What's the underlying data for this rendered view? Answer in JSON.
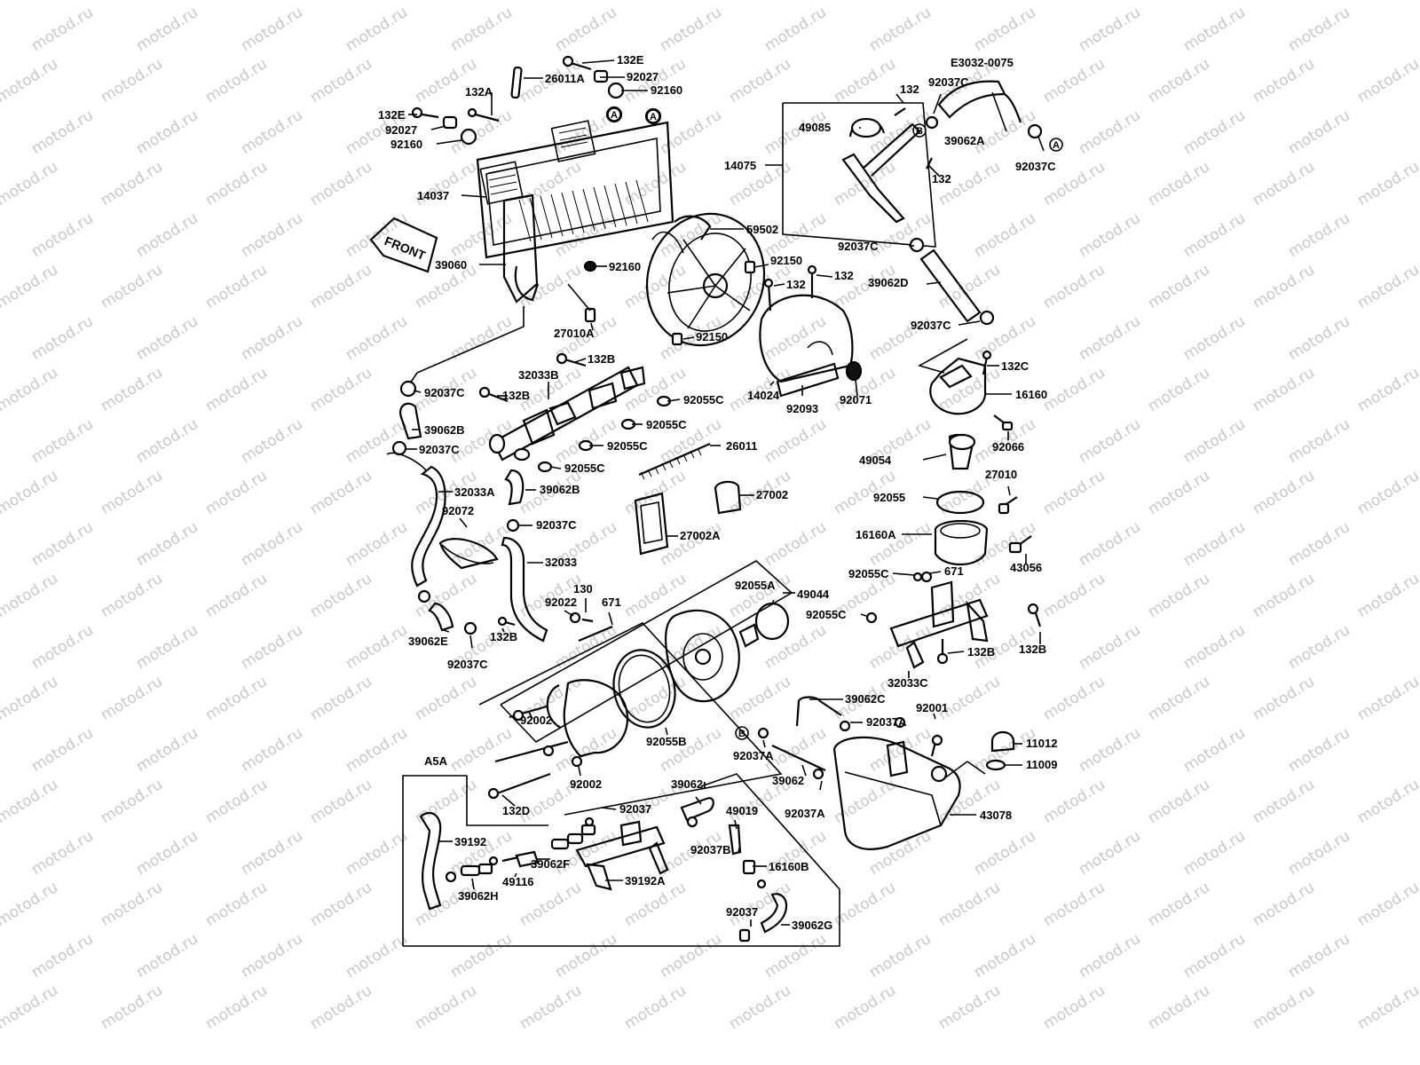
{
  "diagram": {
    "code": "E3032-0075",
    "front_label": "FRONT",
    "watermark": "motod.ru",
    "callouts": {
      "a": "A",
      "b": "B"
    },
    "labels": {
      "l_132E_top": "132E",
      "l_26011A": "26011A",
      "l_92027_top": "92027",
      "l_92160_top": "92160",
      "l_132A": "132A",
      "l_132E_left": "132E",
      "l_92027_left": "92027",
      "l_92160_left": "92160",
      "l_14037": "14037",
      "l_39060": "39060",
      "l_92160_mid": "92160",
      "l_59502": "59502",
      "l_92150_a": "92150",
      "l_92150_b": "92150",
      "l_27010A": "27010A",
      "l_132_a": "132",
      "l_132_b": "132",
      "l_14024": "14024",
      "l_92093": "92093",
      "l_92071": "92071",
      "l_132_r1": "132",
      "l_92037C_r1": "92037C",
      "l_49085": "49085",
      "l_14075": "14075",
      "l_39062A": "39062A",
      "l_92037C_r2": "92037C",
      "l_132_r2": "132",
      "l_92037C_r3": "92037C",
      "l_39062D": "39062D",
      "l_92037C_r4": "92037C",
      "l_132C": "132C",
      "l_16160": "16160",
      "l_92066": "92066",
      "l_49054": "49054",
      "l_27010": "27010",
      "l_92055": "92055",
      "l_16160A": "16160A",
      "l_43056": "43056",
      "l_92055C_r": "92055C",
      "l_671_r": "671",
      "l_92055C_r2": "92055C",
      "l_132B_r1": "132B",
      "l_132B_r2": "132B",
      "l_32033C": "32033C",
      "l_132B_top": "132B",
      "l_32033B": "32033B",
      "l_132B_l": "132B",
      "l_92037C_l1": "92037C",
      "l_92055C_1": "92055C",
      "l_92055C_2": "92055C",
      "l_39062B_a": "39062B",
      "l_92055C_3": "92055C",
      "l_92037C_l2": "92037C",
      "l_26011": "26011",
      "l_92055C_4": "92055C",
      "l_32033A": "32033A",
      "l_39062B_b": "39062B",
      "l_27002": "27002",
      "l_92072": "92072",
      "l_92037C_l3": "92037C",
      "l_27002A": "27002A",
      "l_32033": "32033",
      "l_130": "130",
      "l_92022": "92022",
      "l_671_m": "671",
      "l_92055A": "92055A",
      "l_49044": "49044",
      "l_39062E": "39062E",
      "l_132B_b": "132B",
      "l_92037C_l4": "92037C",
      "l_92002_a": "92002",
      "l_92055B": "92055B",
      "l_92002_b": "92002",
      "l_39062C": "39062C",
      "l_92001": "92001",
      "l_92037A_a": "92037A",
      "l_92037A_b": "92037A",
      "l_39062": "39062",
      "l_92037A_c": "92037A",
      "l_11012": "11012",
      "l_11009": "11009",
      "l_43078": "43078",
      "l_A5A": "A5A",
      "l_132D": "132D",
      "l_92037_a": "92037",
      "l_39062I": "39062ı",
      "l_49019": "49019",
      "l_39192": "39192",
      "l_39062F": "39062F",
      "l_49116": "49116",
      "l_39192A": "39192A",
      "l_92037B": "92037B",
      "l_16160B": "16160B",
      "l_39062H": "39062H",
      "l_92037_b": "92037",
      "l_39062G": "39062G"
    }
  }
}
